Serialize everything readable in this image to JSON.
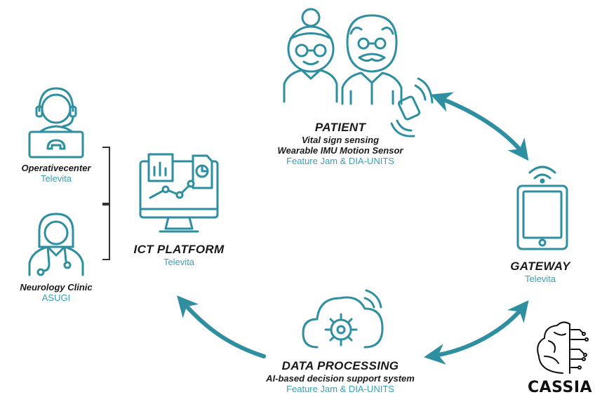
{
  "colors": {
    "accent": "#2e8fa0",
    "text": "#1a1a1a",
    "org": "#3a9fb0"
  },
  "patient": {
    "title": "PATIENT",
    "line1": "Vital sign sensing",
    "line2": "Wearable IMU Motion Sensor",
    "org": "Feature Jam & DIA-UNITS"
  },
  "gateway": {
    "title": "GATEWAY",
    "org": "Televita"
  },
  "data_processing": {
    "title": "DATA PROCESSING",
    "line1": "AI-based decision support system",
    "org": "Feature Jam & DIA-UNITS"
  },
  "ict_platform": {
    "title": "ICT PLATFORM",
    "org": "Televita"
  },
  "operative_center": {
    "title": "Operativecenter",
    "org": "Televita"
  },
  "neurology_clinic": {
    "title": "Neurology Clinic",
    "org": "ASUGI"
  },
  "brand": "CASSIA"
}
